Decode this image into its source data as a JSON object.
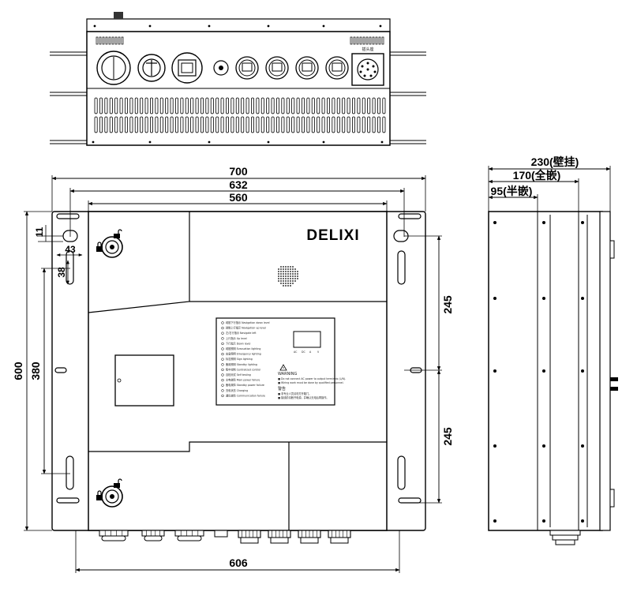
{
  "brand": {
    "logo": "DELIXI"
  },
  "top_view": {
    "connector_label": "插头座"
  },
  "front_dims": {
    "w700": "700",
    "w632": "632",
    "w560": "560",
    "w606": "606",
    "h600": "600",
    "h380": "380",
    "h245_top": "245",
    "h245_bottom": "245",
    "d11": "11",
    "d43": "43",
    "d38": "38"
  },
  "side_dims": {
    "d230": "230(壁挂)",
    "d170": "170(全嵌)",
    "d95": "95(半嵌)"
  },
  "panel": {
    "legend": [
      "疏散下行指示 Navigation down level",
      "疏散上行指示 Navigation up level",
      "左/右行指示 Navigate left",
      "上行指示 Up level",
      "下行指示 Down level",
      "疏散照明 Evacuation lighting",
      "应急照明 Emergency lighting",
      "标志照明 Sign lighting",
      "备用照明 Standby lighting",
      "集中控制 Centralized control",
      "自检测试 Self testing",
      "主电故障 Main power failure",
      "备电故障 Standby power failure",
      "充电状态 Charging",
      "通讯故障 Communication failure"
    ],
    "warning_title": "WARNING",
    "warning_lines": [
      "■ Do not connect AC power to output terminals (L/N).",
      "■ Wiring work must be done by qualified personnel."
    ],
    "notice_title": "警告",
    "notice_lines": [
      "■ 非专业人员请勿打开箱门。",
      "■ 接线前请断开电源，并确认无电后再操作。"
    ],
    "display_labels": [
      "AC",
      "DC",
      "A",
      "V"
    ]
  }
}
